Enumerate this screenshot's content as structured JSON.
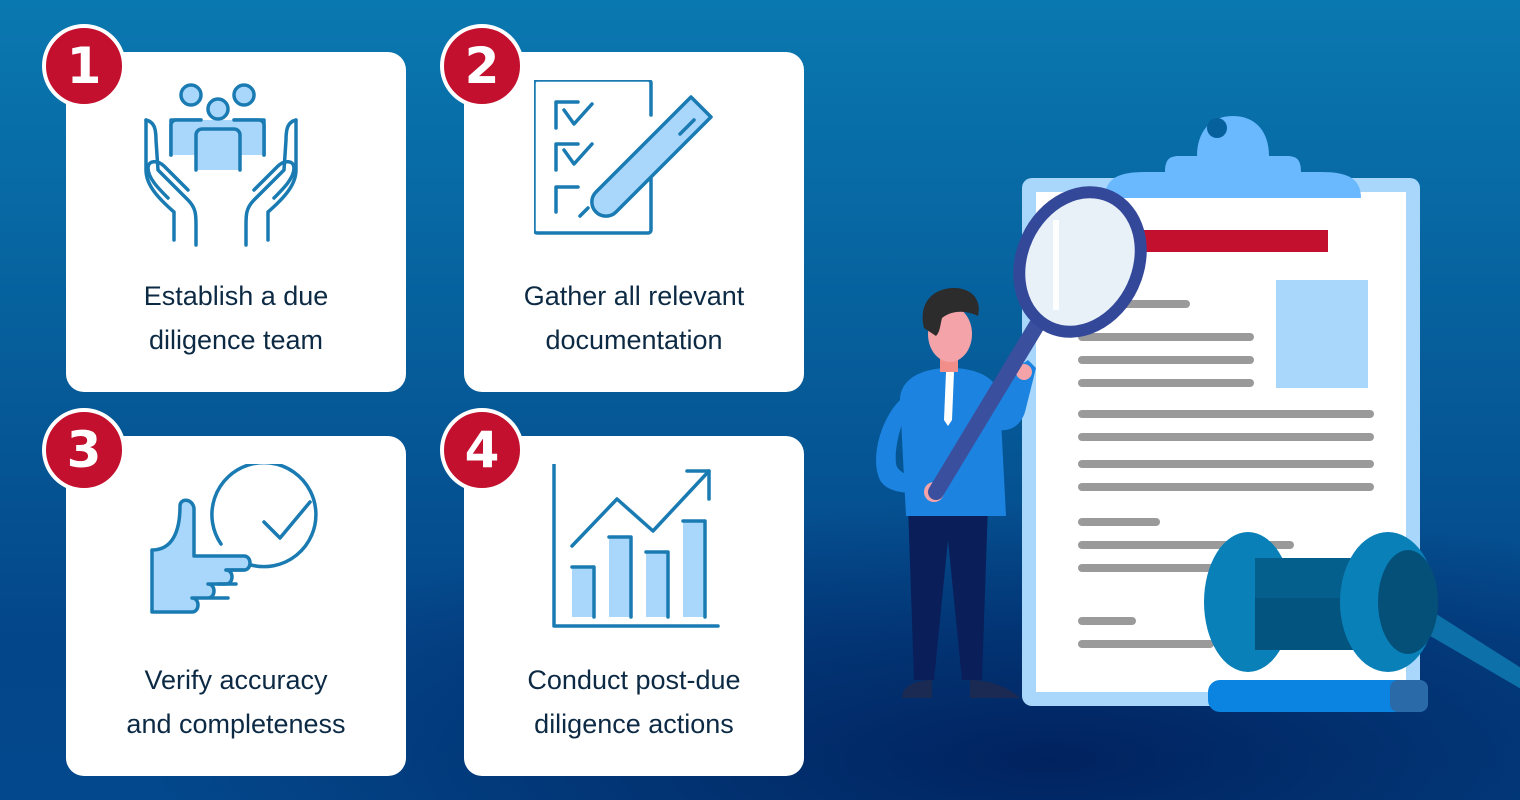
{
  "colors": {
    "background_top": "#0a78b0",
    "background_bottom": "#03488c",
    "card": "#ffffff",
    "badge": "#c3102e",
    "icon_stroke": "#1a7bb3",
    "icon_fill": "#a9d6fb",
    "caption_text": "#0d2a45"
  },
  "steps": [
    {
      "number": "1",
      "icon": "team-in-hands-icon",
      "line1": "Establish a due",
      "line2": "diligence team"
    },
    {
      "number": "2",
      "icon": "checklist-pen-icon",
      "line1": "Gather all relevant",
      "line2": "documentation"
    },
    {
      "number": "3",
      "icon": "thumbs-up-check-icon",
      "line1": "Verify accuracy",
      "line2": "and completeness"
    },
    {
      "number": "4",
      "icon": "growth-chart-icon",
      "line1": "Conduct post-due",
      "line2": "diligence actions"
    }
  ],
  "illustration": {
    "subject": "person-with-magnifier-clipboard-gavel",
    "clipboard_header_color": "#c3102e",
    "clipboard_clip_color": "#6ab9ff"
  }
}
